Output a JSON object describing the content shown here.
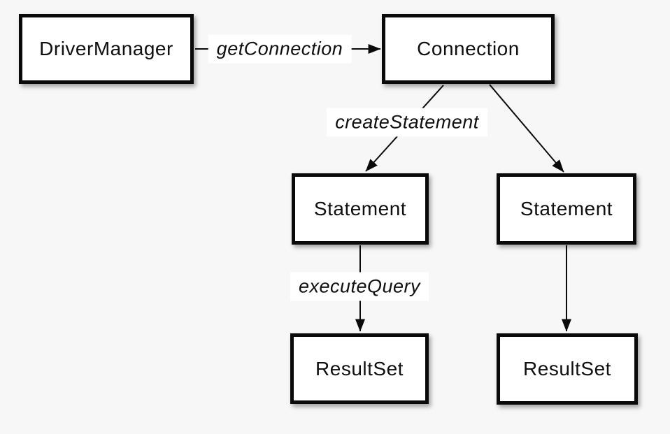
{
  "diagram": {
    "background_color": "#f7f7f7",
    "box_fill_color": "#ffffff",
    "box_border_color": "#0a0a0a",
    "line_color": "#0a0a0a",
    "nodes": {
      "driver_manager": {
        "label": "DriverManager"
      },
      "connection": {
        "label": "Connection"
      },
      "statement_left": {
        "label": "Statement"
      },
      "statement_right": {
        "label": "Statement"
      },
      "resultset_left": {
        "label": "ResultSet"
      },
      "resultset_right": {
        "label": "ResultSet"
      }
    },
    "edge_labels": {
      "get_connection": "getConnection",
      "create_statement": "createStatement",
      "execute_query": "executeQuery"
    }
  }
}
